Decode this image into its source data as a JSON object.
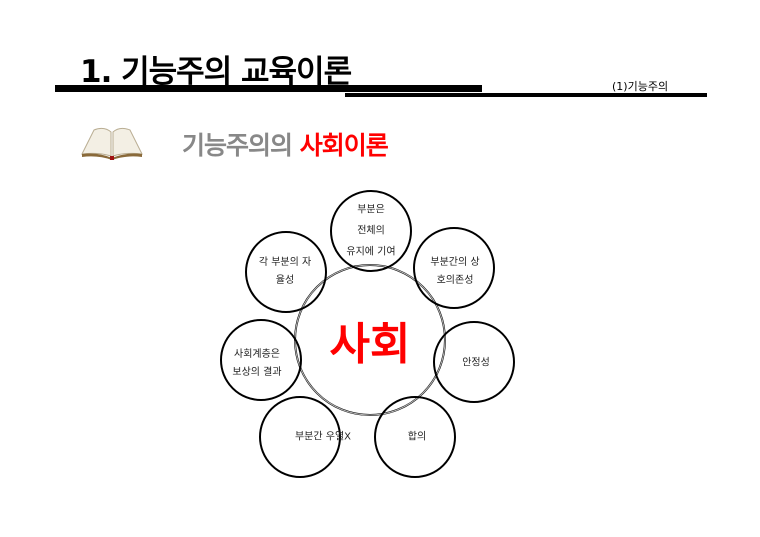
{
  "header": {
    "title": "1. 기능주의 교육이론",
    "section": "(1)기능주의"
  },
  "subtitle": {
    "gray": "기능주의의 ",
    "red": "사회이론"
  },
  "diagram": {
    "center": "사회",
    "nodes": [
      {
        "lines": [
          "부분은",
          "전체의",
          "유지에 기여"
        ]
      },
      {
        "lines": [
          "부분간의 상",
          "호의존성"
        ]
      },
      {
        "lines": [
          "안정성"
        ]
      },
      {
        "lines": [
          "합의"
        ]
      },
      {
        "lines": [
          "부분간 우열X"
        ]
      },
      {
        "lines": [
          "사회계층은",
          "보상의 결과"
        ]
      },
      {
        "lines": [
          "각 부분의 자",
          "율성"
        ]
      }
    ]
  }
}
